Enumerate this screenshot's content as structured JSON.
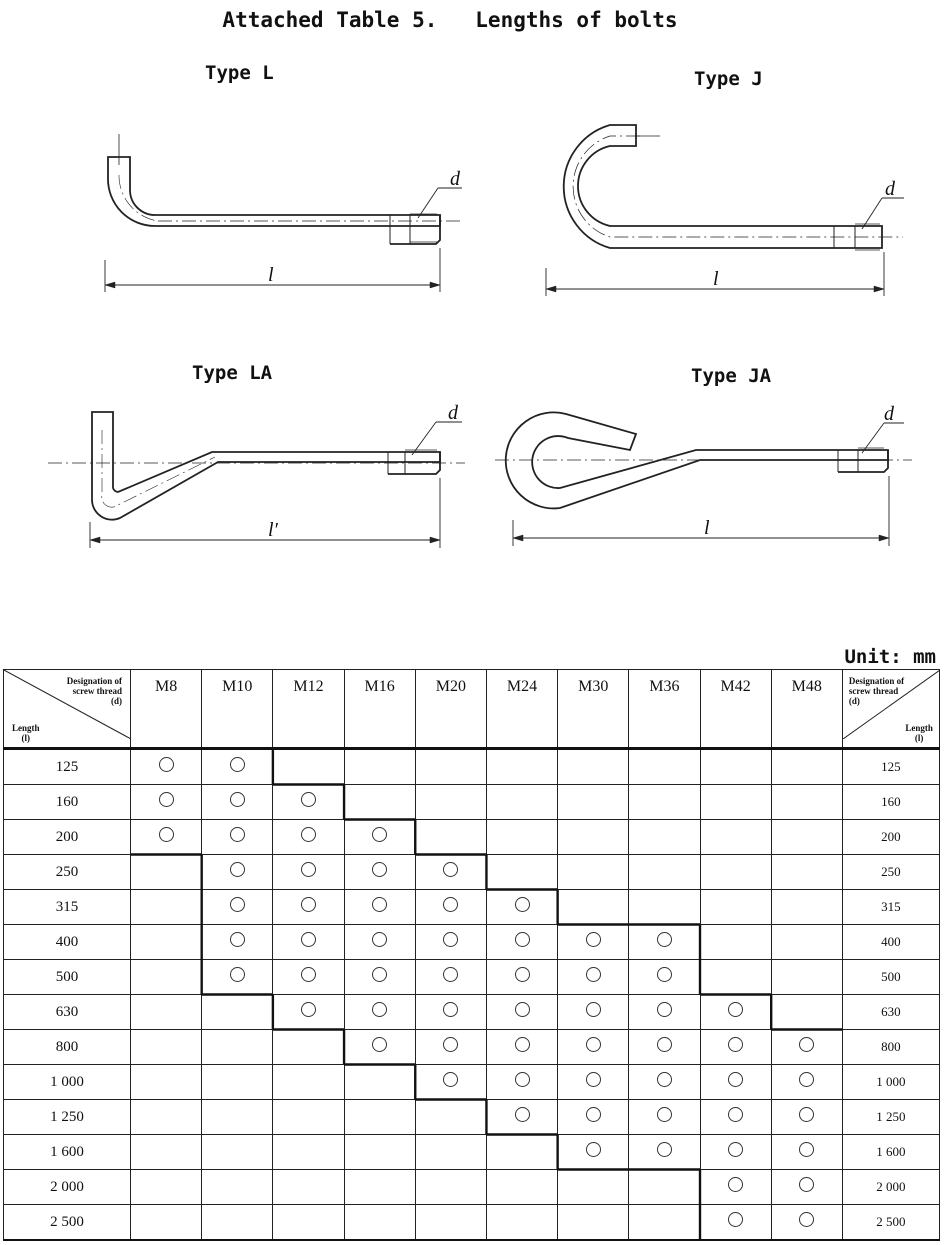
{
  "title": "Attached Table 5.   Lengths of bolts",
  "figures": [
    {
      "label": "Type L",
      "dim_label": "l",
      "thread_label": "d"
    },
    {
      "label": "Type J",
      "dim_label": "l",
      "thread_label": "d"
    },
    {
      "label": "Type LA",
      "dim_label": "l′",
      "thread_label": "d"
    },
    {
      "label": "Type JA",
      "dim_label": "l",
      "thread_label": "d"
    }
  ],
  "unit": "Unit: mm",
  "table": {
    "corner_top": [
      "Designation of",
      "screw thread",
      "(d)"
    ],
    "corner_bottom": [
      "Length",
      "(l)"
    ],
    "sizes": [
      "M8",
      "M10",
      "M12",
      "M16",
      "M20",
      "M24",
      "M30",
      "M36",
      "M42",
      "M48"
    ],
    "lengths": [
      "125",
      "160",
      "200",
      "250",
      "315",
      "400",
      "500",
      "630",
      "800",
      "1 000",
      "1 250",
      "1 600",
      "2 000",
      "2 500"
    ],
    "marks": [
      [
        1,
        1,
        0,
        0,
        0,
        0,
        0,
        0,
        0,
        0
      ],
      [
        1,
        1,
        1,
        0,
        0,
        0,
        0,
        0,
        0,
        0
      ],
      [
        1,
        1,
        1,
        1,
        0,
        0,
        0,
        0,
        0,
        0
      ],
      [
        0,
        1,
        1,
        1,
        1,
        0,
        0,
        0,
        0,
        0
      ],
      [
        0,
        1,
        1,
        1,
        1,
        1,
        0,
        0,
        0,
        0
      ],
      [
        0,
        1,
        1,
        1,
        1,
        1,
        1,
        1,
        0,
        0
      ],
      [
        0,
        1,
        1,
        1,
        1,
        1,
        1,
        1,
        0,
        0
      ],
      [
        0,
        0,
        1,
        1,
        1,
        1,
        1,
        1,
        1,
        0
      ],
      [
        0,
        0,
        0,
        1,
        1,
        1,
        1,
        1,
        1,
        1
      ],
      [
        0,
        0,
        0,
        0,
        1,
        1,
        1,
        1,
        1,
        1
      ],
      [
        0,
        0,
        0,
        0,
        0,
        1,
        1,
        1,
        1,
        1
      ],
      [
        0,
        0,
        0,
        0,
        0,
        0,
        1,
        1,
        1,
        1
      ],
      [
        0,
        0,
        0,
        0,
        0,
        0,
        0,
        0,
        1,
        1
      ],
      [
        0,
        0,
        0,
        0,
        0,
        0,
        0,
        0,
        1,
        1
      ]
    ]
  }
}
